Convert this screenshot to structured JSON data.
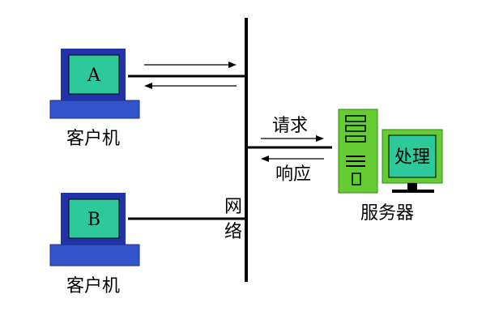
{
  "client_a": {
    "screen_label": "A",
    "caption": "客户机"
  },
  "client_b": {
    "screen_label": "B",
    "caption": "客户机"
  },
  "network": {
    "label_line1": "网",
    "label_line2": "络"
  },
  "server": {
    "caption": "服务器",
    "monitor_label": "处理"
  },
  "arrows": {
    "request_label": "请求",
    "response_label": "响应"
  },
  "colors": {
    "screen_fill": "#2ec99a",
    "monitor_frame": "#2233aa",
    "base_fill": "#3355cc",
    "server_fill": "#66cc33",
    "line": "#000000"
  }
}
